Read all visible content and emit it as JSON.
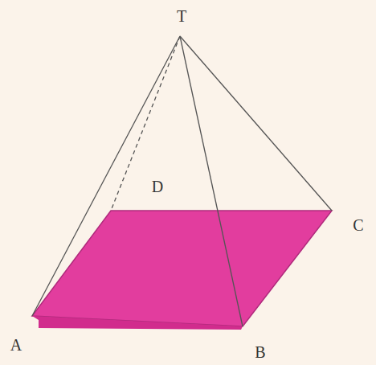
{
  "diagram": {
    "labels": [
      "T",
      "D",
      "C",
      "A",
      "B"
    ]
  }
}
